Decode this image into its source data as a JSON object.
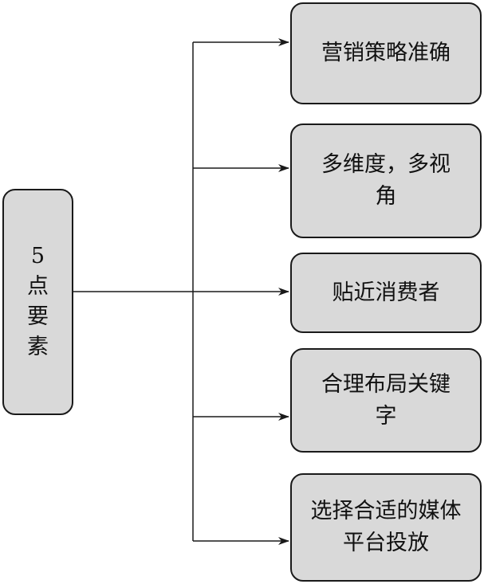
{
  "root": {
    "label_chars": [
      "5",
      "点",
      "要",
      "素"
    ]
  },
  "items": [
    {
      "label": "营销策略准确"
    },
    {
      "label": "多维度，多视角"
    },
    {
      "label": "贴近消费者"
    },
    {
      "label": "合理布局关键字"
    },
    {
      "label": "选择合适的媒体平台投放"
    }
  ],
  "colors": {
    "box_fill": "#d9d9d9",
    "box_border": "#1a1a1a",
    "line": "#1a1a1a"
  }
}
